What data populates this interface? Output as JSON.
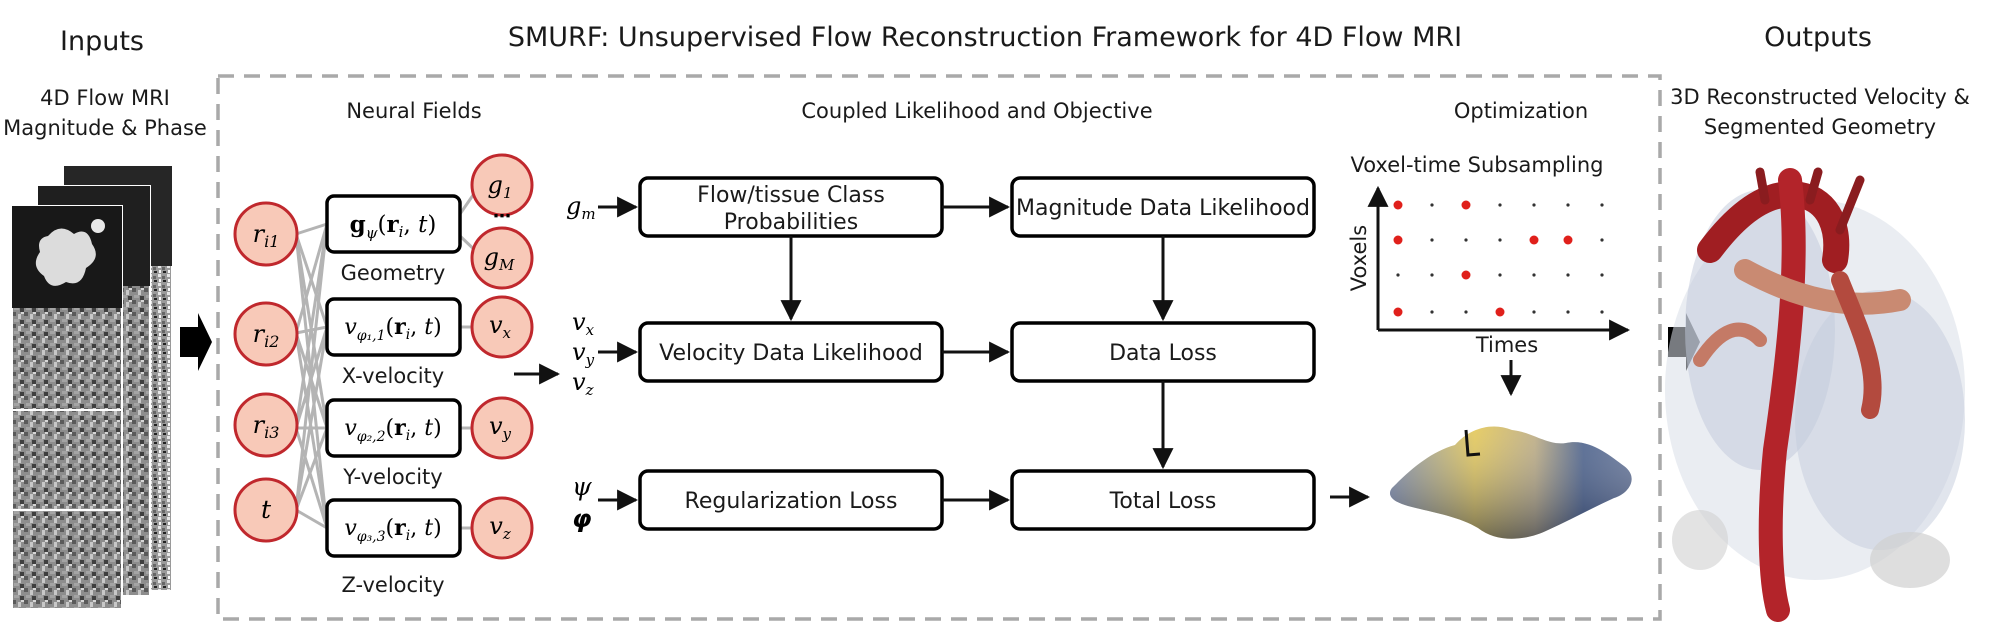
{
  "title": "SMURF: Unsupervised Flow Reconstruction Framework for 4D Flow MRI",
  "inputs": {
    "heading": "Inputs",
    "caption_line1": "4D Flow MRI",
    "caption_line2": "Magnitude & Phase"
  },
  "outputs": {
    "heading": "Outputs",
    "caption_line1": "3D Reconstructed Velocity &",
    "caption_line2": "Segmented Geometry"
  },
  "neural_fields": {
    "heading": "Neural Fields",
    "input_nodes": [
      "r_i1",
      "r_i2",
      "r_i3",
      "t"
    ],
    "functions": [
      {
        "formula": "g_ψ(r_i, t)",
        "label": "Geometry"
      },
      {
        "formula": "v_φ1,1(r_i, t)",
        "label": "X-velocity"
      },
      {
        "formula": "v_φ2,2(r_i, t)",
        "label": "Y-velocity"
      },
      {
        "formula": "v_φ3,3(r_i, t)",
        "label": "Z-velocity"
      }
    ],
    "output_nodes": [
      "g_1",
      "...",
      "g_M",
      "v_x",
      "v_y",
      "v_z"
    ]
  },
  "likelihood": {
    "heading": "Coupled Likelihood and Objective",
    "boxes": {
      "class_prob_line1": "Flow/tissue Class",
      "class_prob_line2": "Probabilities",
      "magnitude": "Magnitude Data Likelihood",
      "velocity": "Velocity Data Likelihood",
      "data_loss": "Data Loss",
      "regularization": "Regularization Loss",
      "total_loss": "Total Loss"
    },
    "side_inputs": [
      "g_m",
      "v_x",
      "v_y",
      "v_z",
      "ψ",
      "φ"
    ]
  },
  "optimization": {
    "heading": "Optimization",
    "plot_title": "Voxel-time Subsampling",
    "ylabel": "Voxels",
    "xlabel": "Times"
  },
  "colors": {
    "node_fill": "#f8c9b8",
    "node_stroke": "#c0282d",
    "dashed_border": "#a9a9a9",
    "sample_dot": "#e0201b"
  }
}
